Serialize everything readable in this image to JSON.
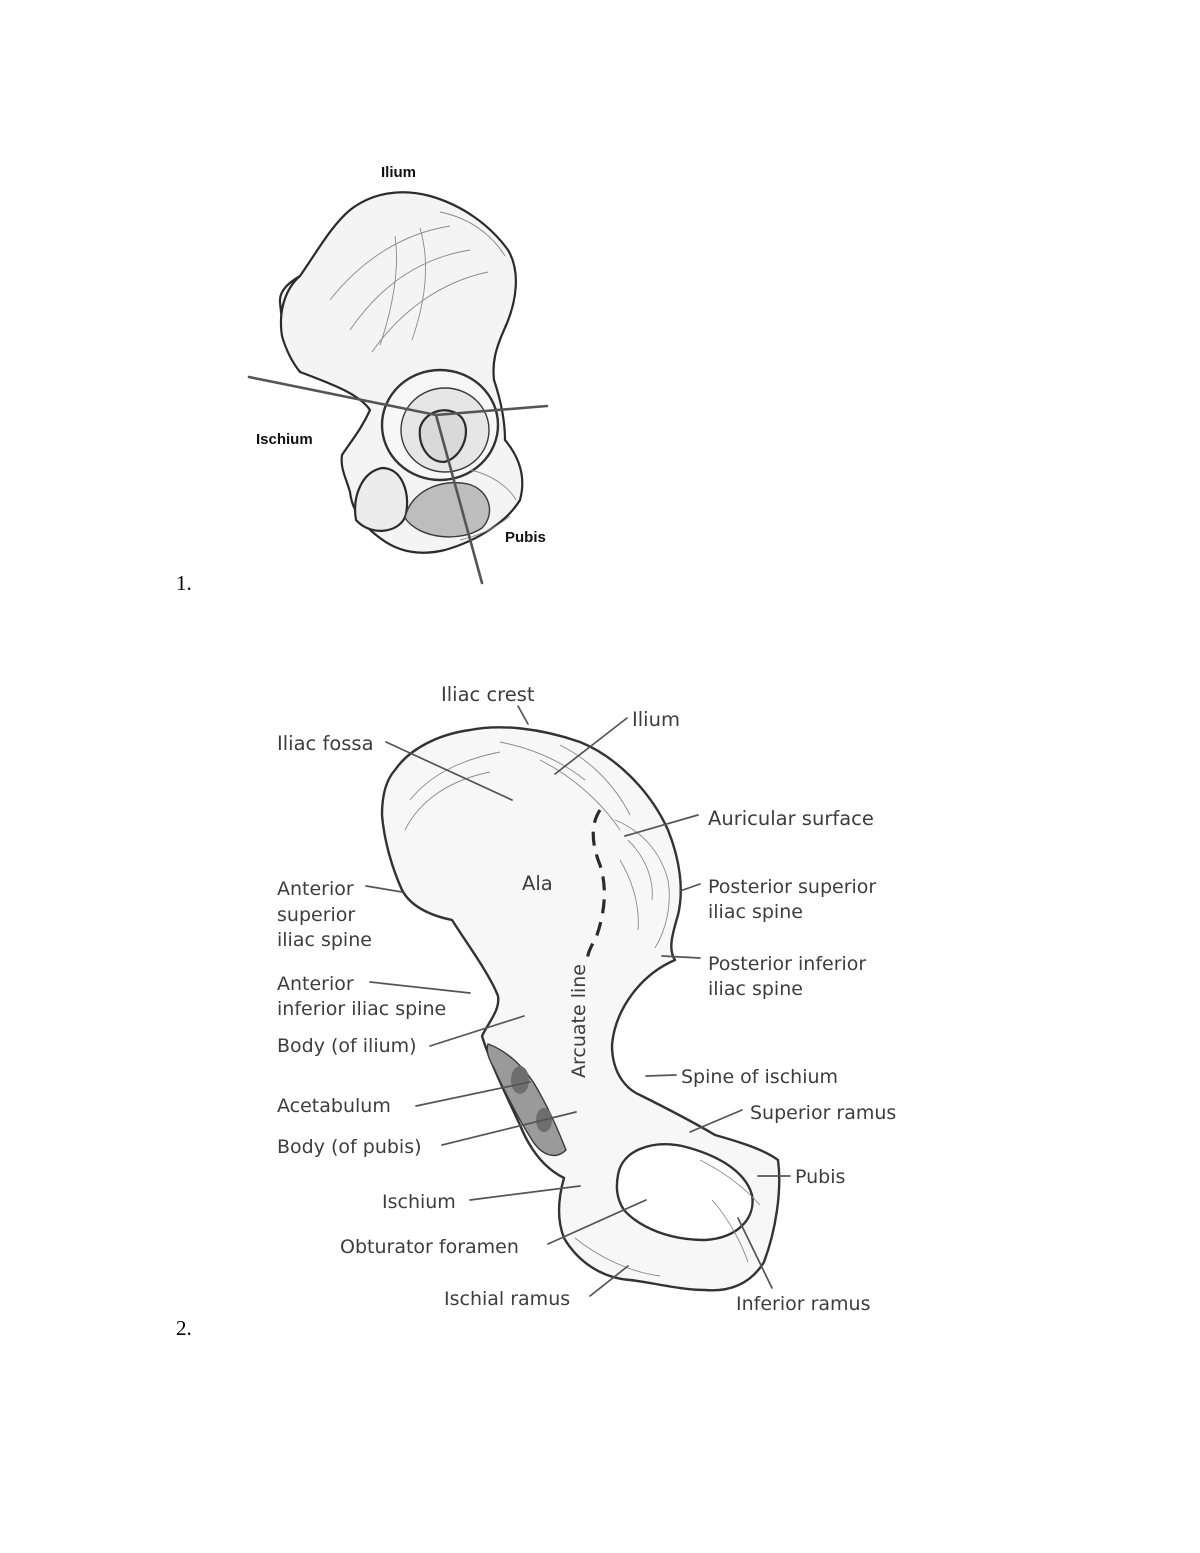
{
  "figure1": {
    "number": "1.",
    "labels": {
      "ilium": "Ilium",
      "ischium": "Ischium",
      "pubis": "Pubis"
    }
  },
  "figure2": {
    "number": "2.",
    "labels": {
      "iliac_crest": "Iliac crest",
      "ilium": "Ilium",
      "iliac_fossa": "Iliac fossa",
      "auricular_surface": "Auricular surface",
      "ala": "Ala",
      "anterior_superior_iliac_spine": [
        "Anterior",
        "superior",
        "iliac spine"
      ],
      "posterior_superior_iliac_spine": [
        "Posterior superior",
        "iliac spine"
      ],
      "posterior_inferior_iliac_spine": [
        "Posterior inferior",
        "iliac spine"
      ],
      "anterior_inferior_iliac_spine": [
        "Anterior",
        "inferior iliac spine"
      ],
      "arcuate_line": "Arcuate line",
      "body_of_ilium": "Body (of ilium)",
      "spine_of_ischium": "Spine of ischium",
      "acetabulum": "Acetabulum",
      "superior_ramus": "Superior ramus",
      "body_of_pubis": "Body (of pubis)",
      "pubis": "Pubis",
      "ischium": "Ischium",
      "obturator_foramen": "Obturator foramen",
      "ischial_ramus": "Ischial ramus",
      "inferior_ramus": "Inferior ramus"
    }
  }
}
